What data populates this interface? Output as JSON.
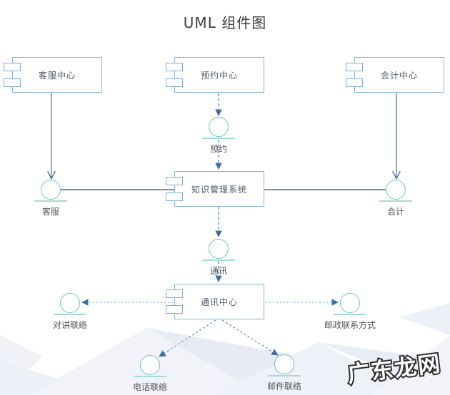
{
  "title": "UML 组件图",
  "watermark": "广东龙网",
  "components": [
    {
      "id": "customer-service-center",
      "label": "客服中心"
    },
    {
      "id": "reservation-center",
      "label": "预约中心"
    },
    {
      "id": "accounting-center",
      "label": "会计中心"
    },
    {
      "id": "knowledge-management-system",
      "label": "知识管理系统"
    },
    {
      "id": "communication-center",
      "label": "通讯中心"
    }
  ],
  "interfaces": [
    {
      "id": "reservation",
      "label": "预约"
    },
    {
      "id": "customer-service",
      "label": "客服"
    },
    {
      "id": "accounting",
      "label": "会计"
    },
    {
      "id": "communication",
      "label": "通讯"
    },
    {
      "id": "intercom-contact",
      "label": "对讲联络"
    },
    {
      "id": "postal-contact",
      "label": "邮政联系方式"
    },
    {
      "id": "phone-contact",
      "label": "电话联络"
    },
    {
      "id": "email-contact",
      "label": "邮件联络"
    }
  ],
  "connections": [
    {
      "from": "客服中心",
      "to": "客服",
      "style": "solid-open-arrow"
    },
    {
      "from": "预约中心",
      "to": "预约",
      "style": "dashed-arrow"
    },
    {
      "from": "预约",
      "to": "知识管理系统",
      "style": "dashed-arrow"
    },
    {
      "from": "会计中心",
      "to": "会计",
      "style": "solid-open-arrow"
    },
    {
      "from": "客服",
      "to": "知识管理系统",
      "style": "solid"
    },
    {
      "from": "知识管理系统",
      "to": "会计",
      "style": "solid"
    },
    {
      "from": "知识管理系统",
      "to": "通讯",
      "style": "dashed-arrow"
    },
    {
      "from": "通讯",
      "to": "通讯中心",
      "style": "dashed-arrow"
    },
    {
      "from": "通讯中心",
      "to": "对讲联络",
      "style": "dashed-arrow"
    },
    {
      "from": "通讯中心",
      "to": "邮政联系方式",
      "style": "dashed-arrow"
    },
    {
      "from": "通讯中心",
      "to": "电话联络",
      "style": "dashed-arrow"
    },
    {
      "from": "通讯中心",
      "to": "邮件联络",
      "style": "dashed-arrow"
    }
  ],
  "colors": {
    "component_border": "#8cb2d4",
    "interface_stroke": "#68c8c4",
    "solid_connector": "#4a7296",
    "dashed_connector": "#4e83c3",
    "arrowhead": "#3f6f9e",
    "text": "#555555"
  }
}
